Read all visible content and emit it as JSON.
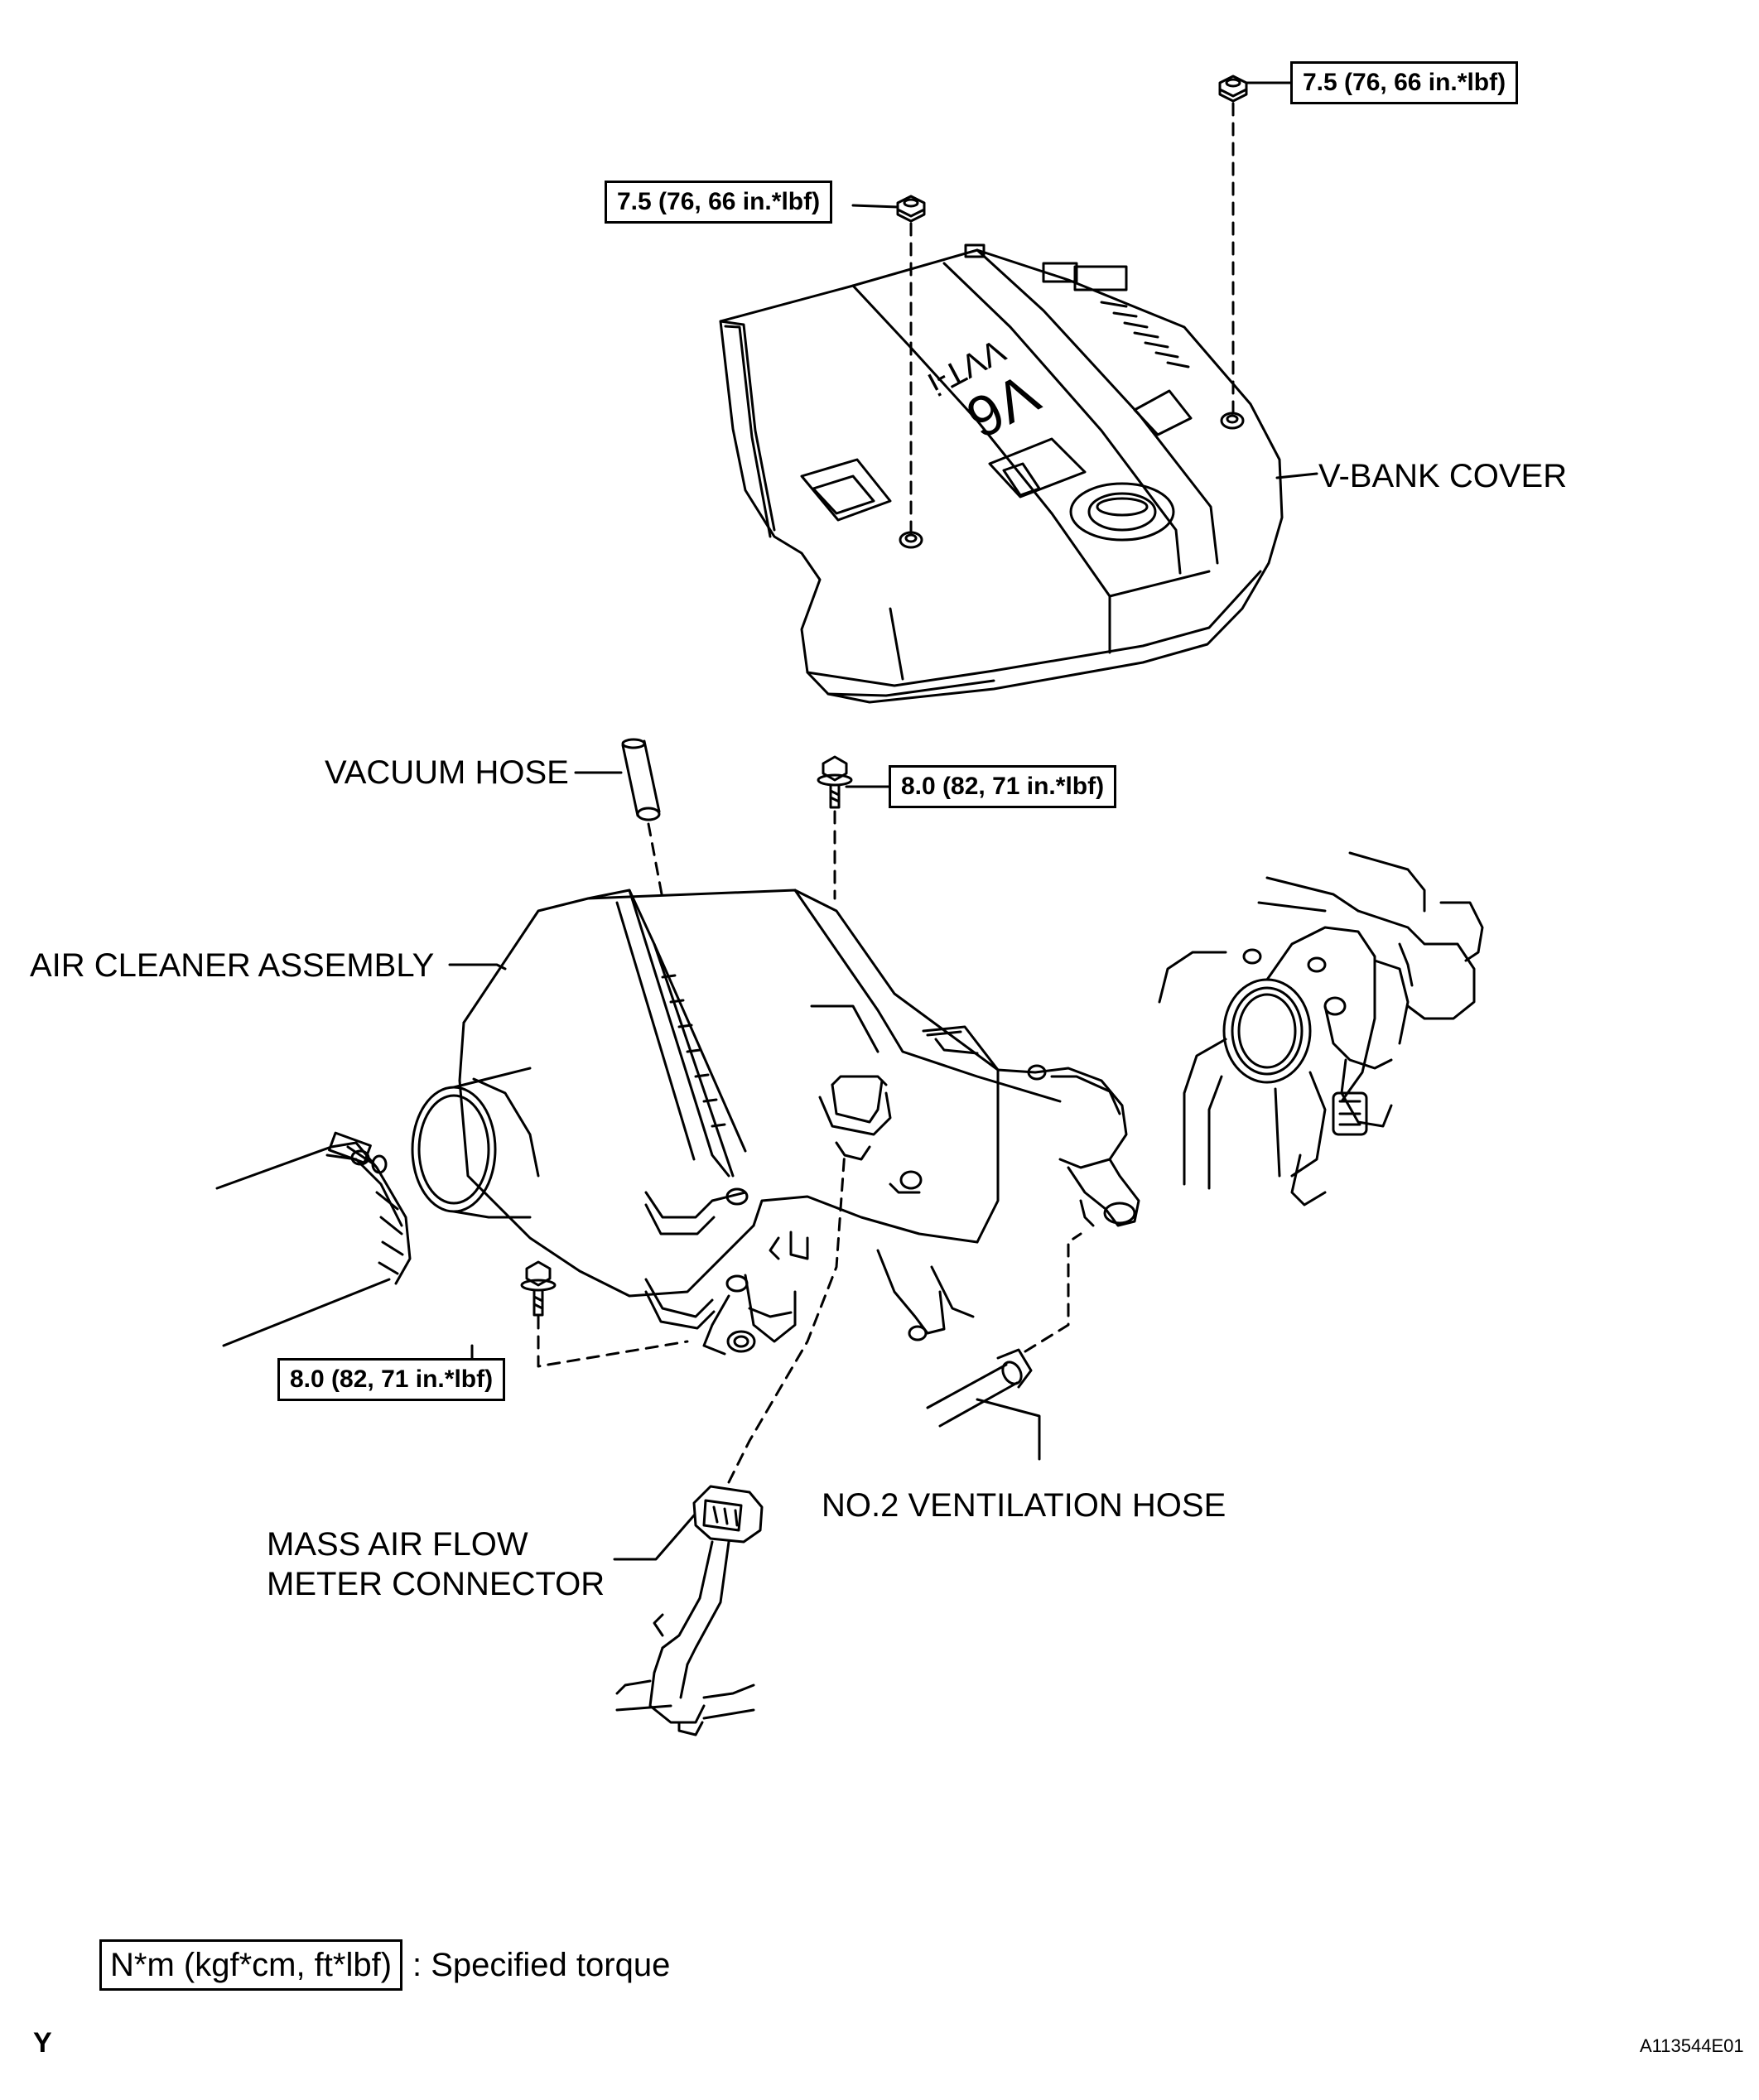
{
  "callouts": {
    "vbank_cover": "V-BANK COVER",
    "vacuum_hose": "VACUUM HOSE",
    "air_cleaner": "AIR CLEANER ASSEMBLY",
    "maf_line1": "MASS AIR FLOW",
    "maf_line2": "METER CONNECTOR",
    "ventilation_hose": "NO.2 VENTILATION HOSE"
  },
  "torques": {
    "cover_nut_right": "7.5 (76, 66 in.*lbf)",
    "cover_nut_left": "7.5 (76, 66 in.*lbf)",
    "cleaner_bolt_top": "8.0 (82, 71 in.*lbf)",
    "cleaner_bolt_left": "8.0 (82, 71 in.*lbf)"
  },
  "cover_marking": {
    "line1": "VVT-i",
    "line2": "V6"
  },
  "legend": {
    "unit_box": "N*m (kgf*cm, ft*lbf)",
    "description": ": Specified torque"
  },
  "footer": {
    "corner_letter": "Y",
    "figure_id": "A113544E01"
  }
}
